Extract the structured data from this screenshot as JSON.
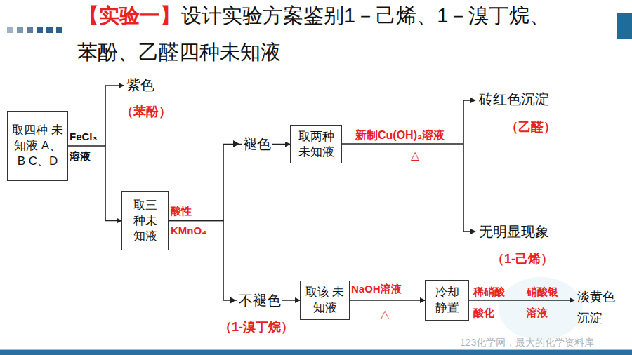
{
  "diagram": {
    "title": "设计实验方案鉴别1－己烯、1－溴丁烷、苯酚、乙醛四种未知液",
    "nodes": [
      {
        "text": [
          "取四种 未知液 A、B C、D"
        ]
      },
      {
        "text": [
          "取三 种未 知液"
        ]
      },
      {
        "text": [
          "取两种 未知液"
        ]
      },
      {
        "text": [
          "取该 未知液"
        ]
      },
      {
        "text": [
          "冷却 静置"
        ]
      }
    ],
    "edges": [
      {
        "from": 0,
        "to": 1,
        "arrow": "to",
        "label": "FeCl₃溶液"
      },
      {
        "from": 1,
        "to": 2,
        "arrow": "to",
        "label": "酸性KMnO₄"
      },
      {
        "from": 1,
        "to": 3,
        "arrow": "to"
      },
      {
        "from": 3,
        "to": 4,
        "arrow": "to",
        "label": "NaOH溶液"
      }
    ],
    "labels": [
      "【实验一】",
      "紫色",
      "（苯酚）",
      "褪色",
      "不褪色",
      "（1-溴丁烷）",
      "新制Cu(OH)₂溶液",
      "△",
      "砖红色沉淀",
      "（乙醛）",
      "无明显现象",
      "（1-己烯）",
      "△",
      "稀硝酸酸化",
      "硝酸银溶液",
      "淡黄色沉淀",
      "123化学网，最大的化学资料库"
    ]
  }
}
